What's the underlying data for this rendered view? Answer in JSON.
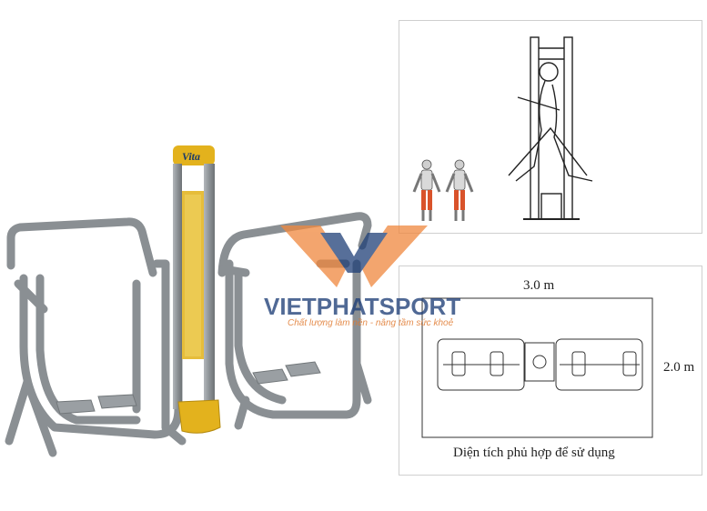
{
  "product_image": {
    "label": "air-walker-equipment"
  },
  "usage_panel": {
    "muscle_figures": [
      "front-muscle-figure",
      "back-muscle-figure"
    ]
  },
  "footprint_panel": {
    "width_label": "3.0 m",
    "depth_label": "2.0 m",
    "caption": "Diện tích phủ hợp để sử dụng"
  },
  "watermark": {
    "brand": "VIETPHATSPORT",
    "slogan": "Chất lượng làm nền - nâng tầm sức khoẻ"
  },
  "equipment_badge": {
    "text": "Vita"
  },
  "colors": {
    "frame_gray": "#8f9499",
    "accent_yellow": "#e3b21d",
    "muscle_red": "#d9532b",
    "watermark_orange": "#f0883e",
    "watermark_blue": "#1f3f78"
  }
}
